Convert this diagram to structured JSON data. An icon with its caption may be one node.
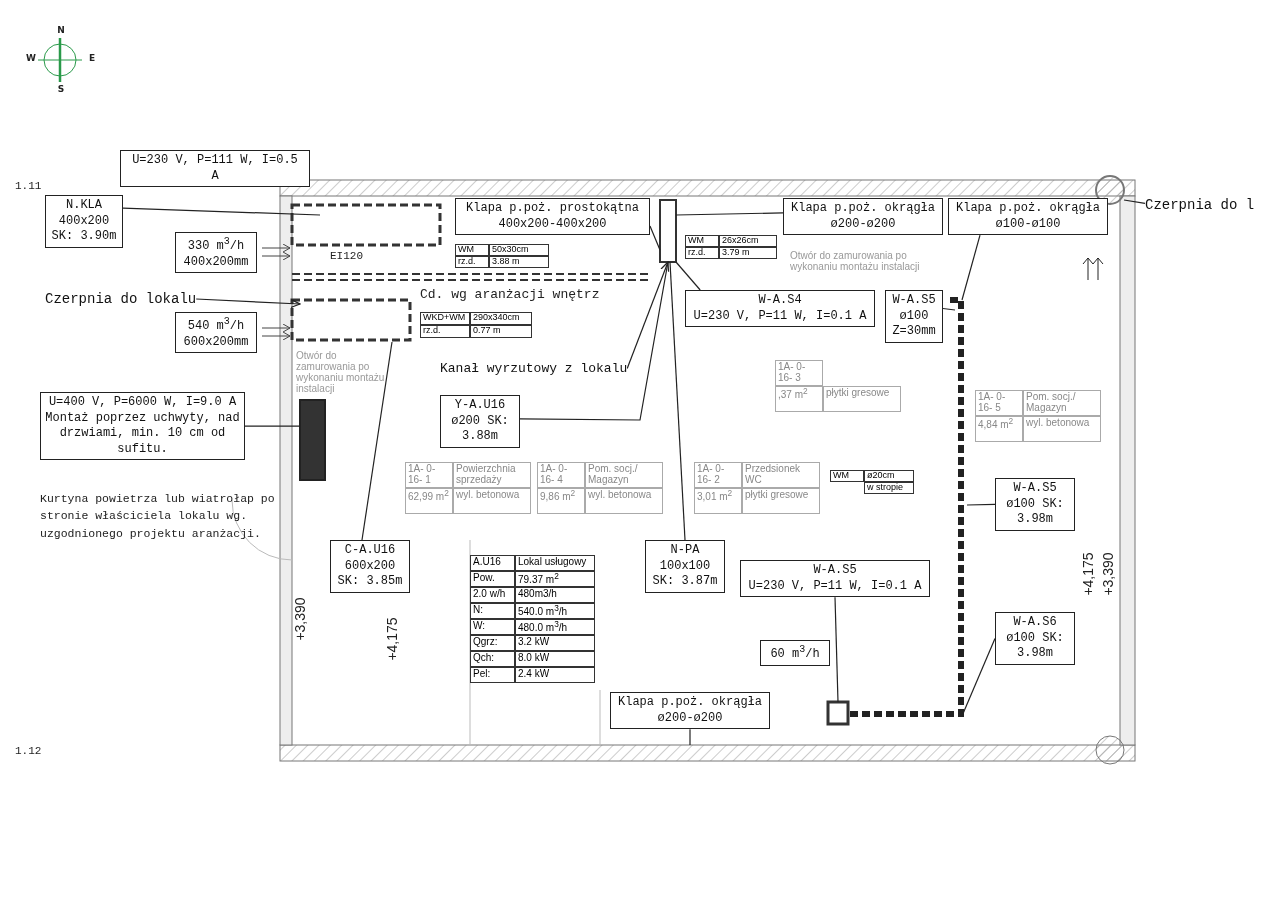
{
  "diagram": {
    "nodes": [
      {
        "text": [
          "U=230 V, P=111 W, I=0.5 A"
        ]
      },
      {
        "text": [
          "N.KLA 400x200 SK: 3.90m"
        ]
      },
      {
        "text": [
          "330 m$^{3}$/h 400x200mm"
        ]
      },
      {
        "text": [
          "540 m$^{3}$/h 600x200mm"
        ]
      },
      {
        "text": [
          "U=400 V, P=6000 W, I=9.0 A",
          "Montaż poprzez uchwyty, nad drzwiami, min. 10 cm od sufitu."
        ]
      },
      {
        "text": [],
        "shape": "box"
      },
      {
        "text": [
          "Klapa p.poż. prostokątna",
          "400x200-400x200"
        ]
      },
      {
        "text": [
          "Klapa p.poż. okrągła",
          "ø200-ø200"
        ]
      },
      {
        "text": [
          "W-A.S4",
          "U=230 V, P=11 W, I=0.1 A"
        ]
      },
      {
        "text": [
          "W-A.S5 ø100 Z=30mm"
        ]
      },
      {
        "text": [
          "Klapa p.poż. okrągła",
          "ø100-ø100"
        ]
      },
      {
        "text": [
          "Y-A.U16 ø200 SK: 3.88m"
        ]
      },
      {
        "text": [
          "N-PA 100x100 SK: 3.87m"
        ]
      },
      {
        "text": [
          "C-A.U16 600x200 SK: 3.85m"
        ]
      },
      {
        "text": [
          "W-A.S5 ø100 SK: 3.98m"
        ]
      },
      {
        "text": [
          "W-A.S5",
          "U=230 V, P=11 W, I=0.1 A"
        ]
      },
      {
        "text": [
          "Klapa p.poż. okrągła",
          "ø200-ø200"
        ]
      },
      {
        "text": [
          "60 m$^{3}$/h"
        ]
      },
      {
        "text": [
          "W-A.S6 ø100 SK: 3.98m"
        ]
      },
      {
        "text": [
          "Czerpnia do lokalu"
        ]
      },
      {
        "text": [
          "Kanał wyrzutowy z lokalu"
        ]
      },
      {
        "text": [
          "Czerpnia do l"
        ]
      },
      {
        "text": [],
        "shape": "box"
      },
      {
        "text": [],
        "shape": "circle"
      }
    ],
    "edges": [
      {
        "from": 1,
        "to": null,
        "arrow": "none"
      },
      {
        "from": 19,
        "to": null,
        "arrow": "to"
      },
      {
        "from": 4,
        "to": 5,
        "arrow": "none"
      },
      {
        "from": 6,
        "to": 22,
        "arrow": "none"
      },
      {
        "from": 7,
        "to": 22,
        "arrow": "none"
      },
      {
        "from": 8,
        "to": 22,
        "arrow": "none"
      },
      {
        "from": 9,
        "to": null,
        "arrow": "none"
      },
      {
        "from": 10,
        "to": null,
        "arrow": "none"
      },
      {
        "from": 11,
        "to": 22,
        "arrow": "none"
      },
      {
        "from": 20,
        "to": 22,
        "arrow": "to"
      },
      {
        "from": 12,
        "to": 22,
        "arrow": "none"
      },
      {
        "from": 13,
        "to": null,
        "arrow": "none"
      },
      {
        "from": 14,
        "to": null,
        "arrow": "none"
      },
      {
        "from": 15,
        "to": null,
        "arrow": "none"
      },
      {
        "from": 16,
        "to": null,
        "arrow": "none"
      },
      {
        "from": 18,
        "to": null,
        "arrow": "none"
      },
      {
        "from": 21,
        "to": 23,
        "arrow": "none"
      }
    ],
    "labels": [
      "1.11",
      "1.12",
      "EI120",
      "Otwór do zamurowania po wykonaniu montażu instalacji",
      "Cd. wg aranżacji wnętrz",
      "WM",
      "50x30cm",
      "rz.d.",
      "3.88 m",
      "WKD+WM",
      "290x340cm",
      "rz.d.",
      "0.77 m",
      "WM",
      "26x26cm",
      "rz.d.",
      "3.79 m",
      "Otwór do zamurowania po wykonaniu montażu instalacji",
      "1A- 0- 16- 1",
      "Powierzchnia sprzedaży",
      "62,99 m$^{2}$",
      "wyl. betonowa",
      "1A- 0- 16- 4",
      "Pom. socj./ Magazyn",
      "9,86 m$^{2}$",
      "wyl. betonowa",
      "1A- 0- 16- 2",
      "Przedsionek WC",
      "3,01 m$^{2}$",
      "płytki gresowe",
      "1A- 0- 16- 3",
      ",37 m$^{2}$",
      "płytki gresowe",
      "1A- 0- 16- 5",
      "Pom. socj./ Magazyn",
      "4,84 m$^{2}$",
      "wyl. betonowa",
      "+3,390",
      "+4,175",
      "+4,175",
      "+3,390",
      "A.U16",
      "Lokal usługowy",
      "Pow.",
      "79.37 m$^{2}$",
      "2.0 w/h",
      "480m3/h",
      "N:",
      "540.0 m$^{3}$/h",
      "W:",
      "480.0 m$^{3}$/h",
      "Qgrz:",
      "3.2 kW",
      "Qch:",
      "8.0 kW",
      "Pel:",
      "2.4 kW",
      "Kurtyna powietrza lub wiatrołap po stronie właściciela lokalu wg. uzgodnionego projektu aranżacji.",
      "WM",
      "ø20cm",
      "w stropie",
      "N",
      "W",
      "E",
      "S"
    ]
  }
}
